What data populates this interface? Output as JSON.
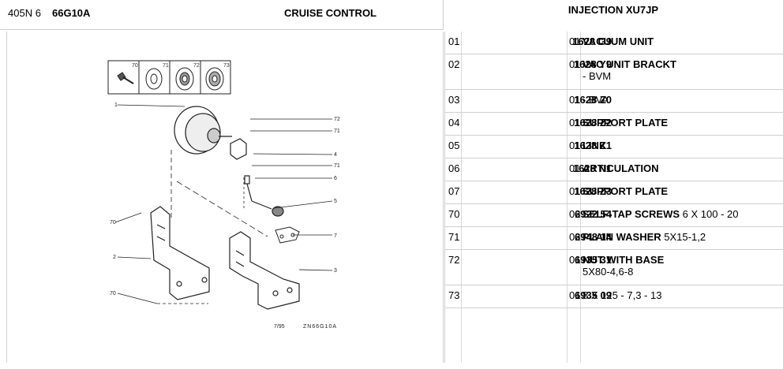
{
  "header": {
    "model": "405N 6",
    "code": "66G10A",
    "title": "CRUISE CONTROL",
    "engine": "INJECTION XU7JP"
  },
  "diagram": {
    "inset_labels": [
      "70",
      "71",
      "72",
      "73"
    ],
    "callouts": [
      "1",
      "72",
      "71",
      "4",
      "71",
      "6",
      "5",
      "70",
      "7",
      "2",
      "3",
      "70"
    ],
    "footer_date": "7/95",
    "footer_code": "ZN66G10A"
  },
  "parts": [
    {
      "idx": "01",
      "ref": "1628 G9",
      "qty": "01",
      "desc": "VACUUM UNIT",
      "desc_extra": "",
      "desc2": ""
    },
    {
      "idx": "02",
      "ref": "1628 Y9",
      "qty": "01",
      "desc": "VAC UNIT BRACKT",
      "desc_extra": "",
      "desc2": "- BVM"
    },
    {
      "idx": "03",
      "ref": "1628 Z0",
      "qty": "01",
      "desc": "",
      "desc_extra": "- BVA",
      "desc2": ""
    },
    {
      "idx": "04",
      "ref": "1628 Z2",
      "qty": "01",
      "desc": "SUPPORT PLATE",
      "desc_extra": "",
      "desc2": ""
    },
    {
      "idx": "05",
      "ref": "1628 Z1",
      "qty": "01",
      "desc": "LINK",
      "desc_extra": "",
      "desc2": ""
    },
    {
      "idx": "06",
      "ref": "1628 N1",
      "qty": "01",
      "desc": "ARTICULATION",
      "desc_extra": "",
      "desc2": ""
    },
    {
      "idx": "07",
      "ref": "1628 Z3",
      "qty": "01",
      "desc": "SUPPORT PLATE",
      "desc_extra": "",
      "desc2": ""
    },
    {
      "idx": "70",
      "ref": "6922 54",
      "qty": "02",
      "desc": "SELF-TAP  SCREWS",
      "desc_extra": " 6 X 100 - 20",
      "desc2": ""
    },
    {
      "idx": "71",
      "ref": "6948 14",
      "qty": "02",
      "desc": "PLAIN WASHER",
      "desc_extra": " 5X15-1,2",
      "desc2": ""
    },
    {
      "idx": "72",
      "ref": "6935 31",
      "qty": "01",
      "desc": "NUT WITH BASE",
      "desc_extra": "",
      "desc2": "5X80-4,6-8"
    },
    {
      "idx": "73",
      "ref": "6935 09",
      "qty": "01",
      "desc": "",
      "desc_extra": "8 X 125 - 7,3 - 13",
      "desc2": ""
    }
  ]
}
